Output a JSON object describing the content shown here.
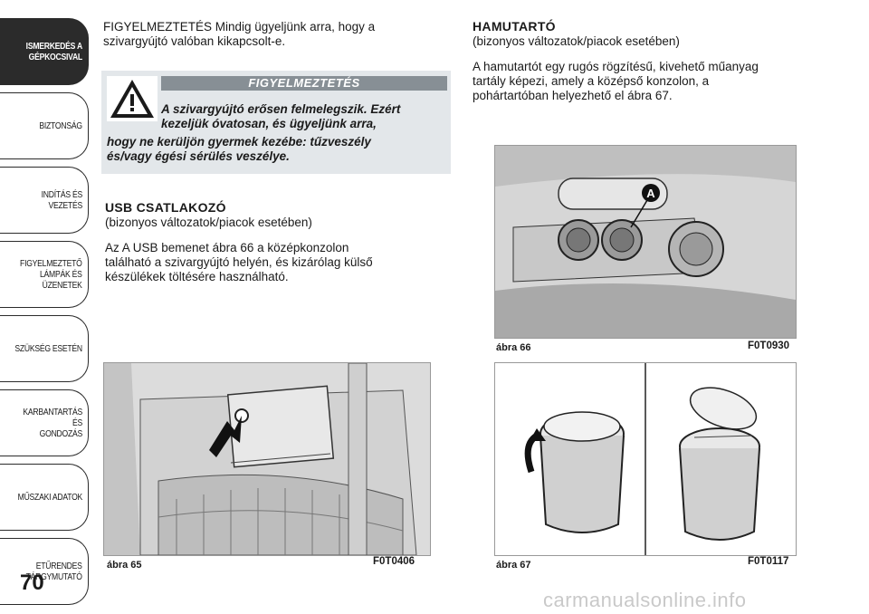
{
  "tabs": [
    {
      "label": "ISMERKEDÉS A\nGÉPKOCSIVAL",
      "active": true
    },
    {
      "label": "BIZTONSÁG"
    },
    {
      "label": "INDÍTÁS ÉS VEZETÉS"
    },
    {
      "label": "FIGYELMEZTETŐ\nLÁMPÁK ÉS\nÜZENETEK"
    },
    {
      "label": "SZÜKSÉG ESETÉN"
    },
    {
      "label": "KARBANTARTÁS ÉS\nGONDOZÁS"
    },
    {
      "label": "MŰSZAKI ADATOK"
    },
    {
      "label": "ETŰRENDES\nTÁRGYMUTATÓ"
    }
  ],
  "page_number": "70",
  "left": {
    "intro_line1": "FIGYELMEZTETÉS Mindig ügyeljünk arra, hogy a",
    "intro_line2": "szivargyújtó valóban kikapcsolt-e.",
    "warning_title": "FIGYELMEZTETÉS",
    "warning_l1": "A szivargyújtó erősen felmelegszik. Ezért",
    "warning_l2": "kezeljük óvatosan, és ügyeljünk arra,",
    "warning_l3": "hogy ne kerüljön gyermek kezébe: tűzveszély",
    "warning_l4": "és/vagy égési sérülés veszélye.",
    "usb_heading": "USB CSATLAKOZÓ",
    "usb_sub": "(bizonyos változatok/piacok esetében)",
    "usb_l1": "Az A USB bemenet ábra 66 a középkonzolon",
    "usb_l2": "található a szivargyújtó helyén, és kizárólag külső",
    "usb_l3": "készülékek töltésére használható.",
    "fig65_caption": "ábra 65",
    "fig65_code": "F0T0406"
  },
  "right": {
    "heading": "HAMUTARTÓ",
    "sub": "(bizonyos változatok/piacok esetében)",
    "l1": "A hamutartót egy rugós rögzítésű, kivehető műanyag",
    "l2": "tartály képezi, amely a középső konzolon, a",
    "l3": "pohártartóban helyezhető el ábra 67.",
    "fig66_caption": "ábra 66",
    "fig66_code": "F0T0930",
    "fig66_label": "A",
    "fig67_caption": "ábra 67",
    "fig67_code": "F0T0117"
  },
  "watermark": "carmanualsonline.info"
}
